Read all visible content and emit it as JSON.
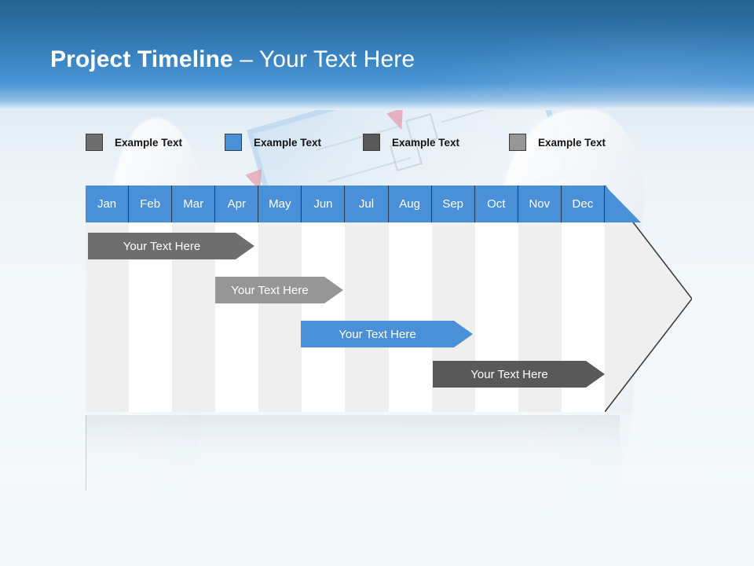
{
  "header": {
    "title_bold": "Project Timeline",
    "title_light": "– Your Text Here",
    "gradient_top": "#24628f",
    "gradient_mid": "#4a90d9"
  },
  "legend": {
    "items": [
      {
        "label": "Example Text",
        "color": "#6e6e6e",
        "swatch_name": "legend-swatch-gray"
      },
      {
        "label": "Example Text",
        "color": "#4a90d9",
        "swatch_name": "legend-swatch-blue"
      },
      {
        "label": "Example Text",
        "color": "#595959",
        "swatch_name": "legend-swatch-darkgray"
      },
      {
        "label": "Example Text",
        "color": "#969696",
        "swatch_name": "legend-swatch-lightgray"
      }
    ]
  },
  "chart_data": {
    "type": "bar",
    "title": "Project Timeline – Your Text Here",
    "xlabel": "",
    "ylabel": "",
    "grid": true,
    "legend_position": "top",
    "categories": [
      "Jan",
      "Feb",
      "Mar",
      "Apr",
      "May",
      "Jun",
      "Jul",
      "Aug",
      "Sep",
      "Oct",
      "Nov",
      "Dec"
    ],
    "header_fill": "#4a90d9",
    "column_fill_odd": "#efefef",
    "column_fill_even": "#ffffff",
    "tasks": [
      {
        "label": "Your  Text Here",
        "start_month": "Jan",
        "end_month": "Apr",
        "start_index": 0,
        "span": 3.85,
        "color": "#6e6e6e",
        "row": 1
      },
      {
        "label": "Your  Text Here",
        "start_month": "Apr",
        "end_month": "Jul",
        "start_index": 3,
        "span": 2.95,
        "color": "#969696",
        "row": 2
      },
      {
        "label": "Your  Text Here",
        "start_month": "Jun",
        "end_month": "Oct",
        "start_index": 5,
        "span": 3.95,
        "color": "#4a90d9",
        "row": 3
      },
      {
        "label": "Your  Text Here",
        "start_month": "Sep",
        "end_month": "Dec",
        "start_index": 8,
        "span": 3.95,
        "color": "#595959",
        "row": 4
      }
    ]
  }
}
